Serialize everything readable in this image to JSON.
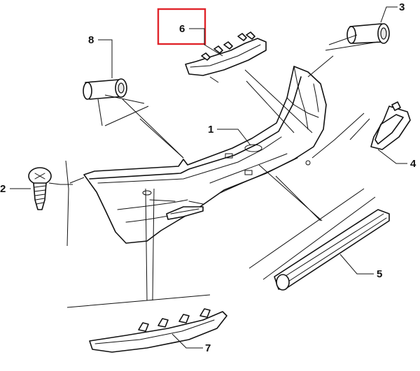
{
  "parts": [
    {
      "id": "bumper",
      "callout": "1"
    },
    {
      "id": "screw",
      "callout": "2"
    },
    {
      "id": "insert-nut-right",
      "callout": "3"
    },
    {
      "id": "lamp-bezel",
      "callout": "4"
    },
    {
      "id": "side-trim-strip",
      "callout": "5"
    },
    {
      "id": "center-trim",
      "callout": "6"
    },
    {
      "id": "lower-trim",
      "callout": "7"
    },
    {
      "id": "insert-nut-left",
      "callout": "8"
    }
  ],
  "highlight": {
    "callout": "6",
    "color": "#e0242a"
  }
}
